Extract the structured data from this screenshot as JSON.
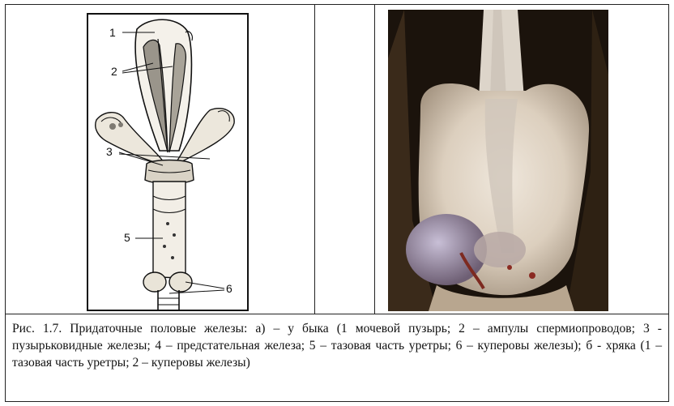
{
  "figure": {
    "caption": "Рис. 1.7. Придаточные половые железы: а) – у быка (1 мочевой пузырь; 2 – ампулы спермиопроводов; 3 - пузырьковидные железы; 4 – предстательная железа; 5 – тазовая часть уретры; 6 – куперовы железы);  б - хряка  (1 – тазовая часть уретры; 2 – куперовы железы)"
  },
  "drawing": {
    "labels": [
      "1",
      "2",
      "3",
      "5",
      "6"
    ]
  }
}
